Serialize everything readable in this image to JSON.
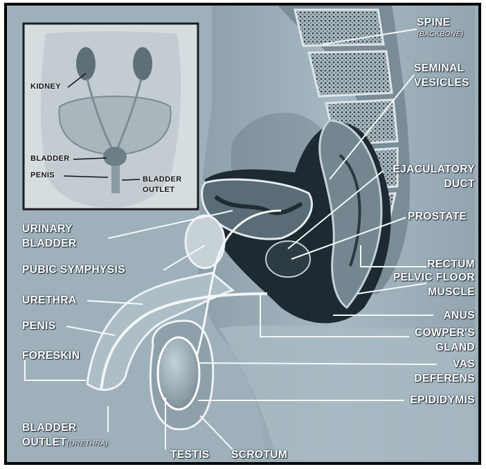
{
  "labels": {
    "spine": "SPINE",
    "spine_sub": "(BACKBONE)",
    "seminal_1": "SEMINAL",
    "seminal_2": "VESICLES",
    "ejaculatory_1": "EJACULATORY",
    "ejaculatory_2": "DUCT",
    "prostate": "PROSTATE",
    "rectum": "RECTUM",
    "pelvic_1": "PELVIC FLOOR",
    "pelvic_2": "MUSCLE",
    "anus": "ANUS",
    "cowpers_1": "COWPER'S",
    "cowpers_2": "GLAND",
    "vas_1": "VAS",
    "vas_2": "DEFERENS",
    "epididymis": "EPIDIDYMIS",
    "scrotum": "SCROTUM",
    "testis": "TESTIS",
    "bladder_outlet_1": "BLADDER",
    "bladder_outlet_2": "OUTLET",
    "bladder_outlet_sub": "(URETHRA)",
    "foreskin": "FORESKIN",
    "penis": "PENIS",
    "urethra": "URETHRA",
    "pubic_symphysis": "PUBIC SYMPHYSIS",
    "urinary_1": "URINARY",
    "urinary_2": "BLADDER"
  },
  "inset_labels": {
    "kidney": "KIDNEY",
    "bladder": "BLADDER",
    "penis": "PENIS",
    "bladder_outlet_1": "BLADDER",
    "bladder_outlet_2": "OUTLET"
  },
  "colors": {
    "background": "#9eb0ba",
    "label_text": "#ffffff",
    "frame": "#000000",
    "inset_background": "#d5dde1"
  }
}
